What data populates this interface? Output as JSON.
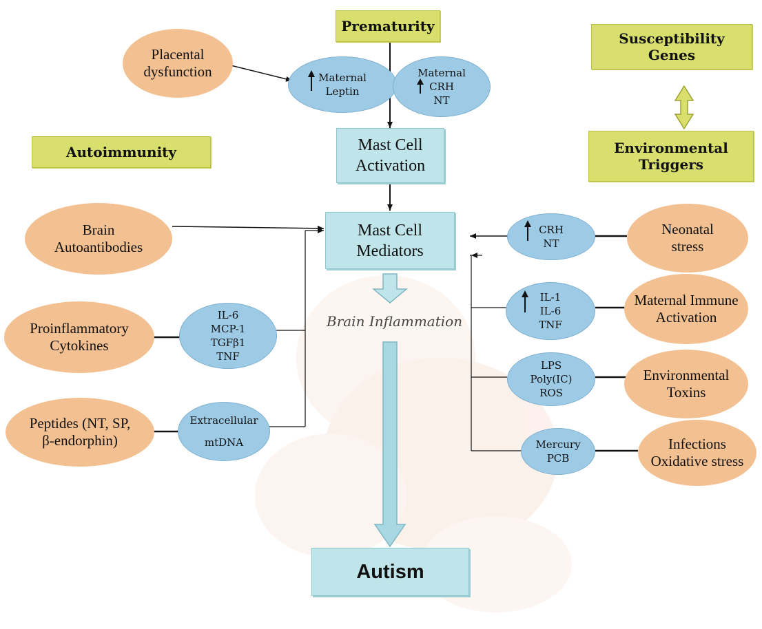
{
  "headers": {
    "prematurity": "Prematurity",
    "susceptibility": [
      "Susceptibility",
      "Genes"
    ],
    "autoimmunity": "Autoimmunity",
    "environmental_triggers": [
      "Environmental",
      "Triggers"
    ]
  },
  "central": {
    "mast_cell_activation": [
      "Mast Cell",
      "Activation"
    ],
    "mast_cell_mediators": [
      "Mast Cell",
      "Mediators"
    ],
    "brain_inflammation": "Brain Inflammation",
    "autism": "Autism"
  },
  "top": {
    "placental": [
      "Placental",
      "dysfunction"
    ],
    "maternal_leptin": [
      "Maternal",
      "Leptin"
    ],
    "maternal_crh": [
      "Maternal",
      "CRH",
      "NT"
    ]
  },
  "left": {
    "brain_autoantibodies": [
      "Brain",
      "Autoantibodies"
    ],
    "proinflammatory": [
      "Proinflammatory",
      "Cytokines"
    ],
    "cytokine_list": [
      "IL-6",
      "MCP-1",
      "TGFβ1",
      "TNF"
    ],
    "peptides": [
      "Peptides (NT, SP,",
      "β-endorphin)"
    ],
    "extracellular": [
      "Extracellular",
      "mtDNA"
    ]
  },
  "right": {
    "crh_nt": [
      "CRH",
      "NT"
    ],
    "neonatal_stress": [
      "Neonatal",
      "stress"
    ],
    "il_list": [
      "IL-1",
      "IL-6",
      "TNF"
    ],
    "maternal_immune": [
      "Maternal Immune",
      "Activation"
    ],
    "lps_list": [
      "LPS",
      "Poly(IC)",
      "ROS"
    ],
    "environmental_toxins": [
      "Environmental",
      "Toxins"
    ],
    "mercury_list": [
      "Mercury",
      "PCB"
    ],
    "infections": [
      "Infections",
      "Oxidative stress"
    ]
  },
  "colors": {
    "header_fill": "#d8df6c",
    "teal_fill": "#bfe5ea",
    "orange_fill": "#f3c092",
    "blue_fill": "#9dcbe6"
  }
}
